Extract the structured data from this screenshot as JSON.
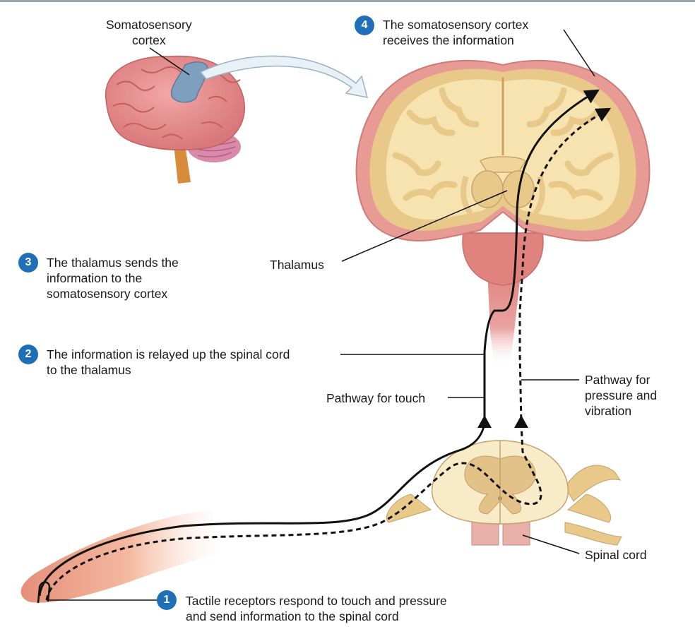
{
  "labels": {
    "somatosensory_cortex": [
      "Somatosensory",
      "cortex"
    ],
    "thalamus": "Thalamus",
    "pathway_touch": "Pathway for touch",
    "pathway_pressure": [
      "Pathway for",
      "pressure and",
      "vibration"
    ],
    "spinal_cord": "Spinal cord"
  },
  "steps": [
    {
      "number": "1",
      "lines": [
        "Tactile receptors respond to touch and pressure",
        "and send information to the spinal cord"
      ]
    },
    {
      "number": "2",
      "lines": [
        "The information is relayed up the spinal cord",
        "to the thalamus"
      ]
    },
    {
      "number": "3",
      "lines": [
        "The thalamus sends the",
        "information to the",
        "somatosensory cortex"
      ]
    },
    {
      "number": "4",
      "lines": [
        "The somatosensory cortex",
        "receives the information"
      ]
    }
  ],
  "colors": {
    "step_badge": "#1f6fb8",
    "brain_pink": "#e89a94",
    "white_matter": "#f7e3b0",
    "gray_matter": "#e8c98a",
    "sensory_area": "#7f9fbf",
    "skin": "#f0a98c",
    "path": "#111111"
  }
}
